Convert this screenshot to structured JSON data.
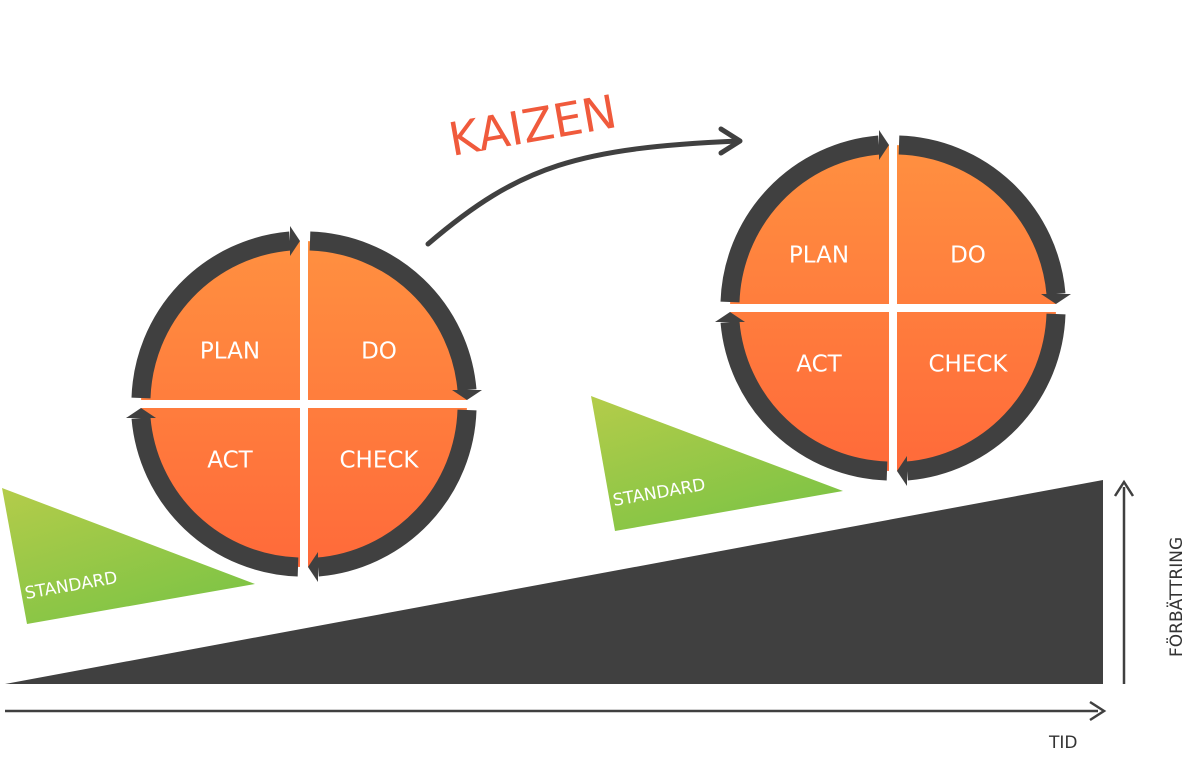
{
  "title": "KAIZEN",
  "cycle_left": {
    "plan": "PLAN",
    "do": "DO",
    "check": "CHECK",
    "act": "ACT"
  },
  "cycle_right": {
    "plan": "PLAN",
    "do": "DO",
    "check": "CHECK",
    "act": "ACT"
  },
  "standard_left": "STANDARD",
  "standard_right": "STANDARD",
  "x_axis_label": "TID",
  "y_axis_label": "FÖRBÄTTRING",
  "colors": {
    "orange_light": "#ff9040",
    "orange_dark": "#ff6a3a",
    "green_light": "#b4cc4a",
    "green_dark": "#7fc445",
    "ramp": "#404040",
    "title": "#f05a3c"
  }
}
